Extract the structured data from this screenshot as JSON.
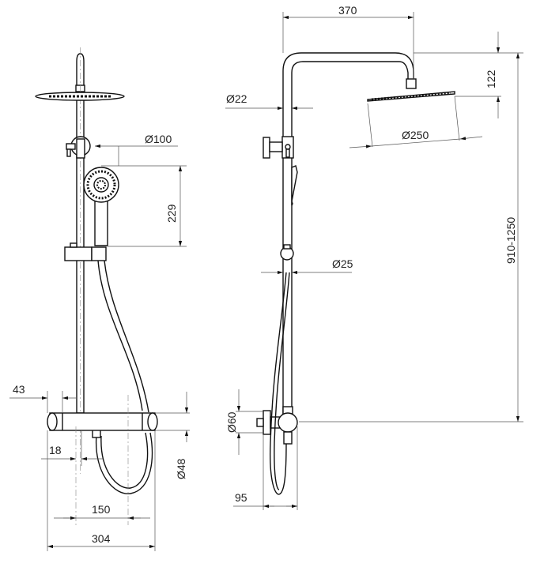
{
  "drawing": {
    "front_view": {
      "dimensions": {
        "head_shower_diameter": "Ø100",
        "handshower_height": "229",
        "wall_offset": "43",
        "body_diameter": "Ø48",
        "inlet_offset": "18",
        "inlet_spacing": "150",
        "body_width": "304"
      }
    },
    "side_view": {
      "dimensions": {
        "arm_reach": "370",
        "head_drop": "122",
        "pipe_diameter_upper": "Ø22",
        "rain_head_diameter": "Ø250",
        "pipe_diameter_lower": "Ø25",
        "height_range": "910-1250",
        "flange_diameter": "Ø60",
        "wall_depth": "95"
      }
    }
  }
}
